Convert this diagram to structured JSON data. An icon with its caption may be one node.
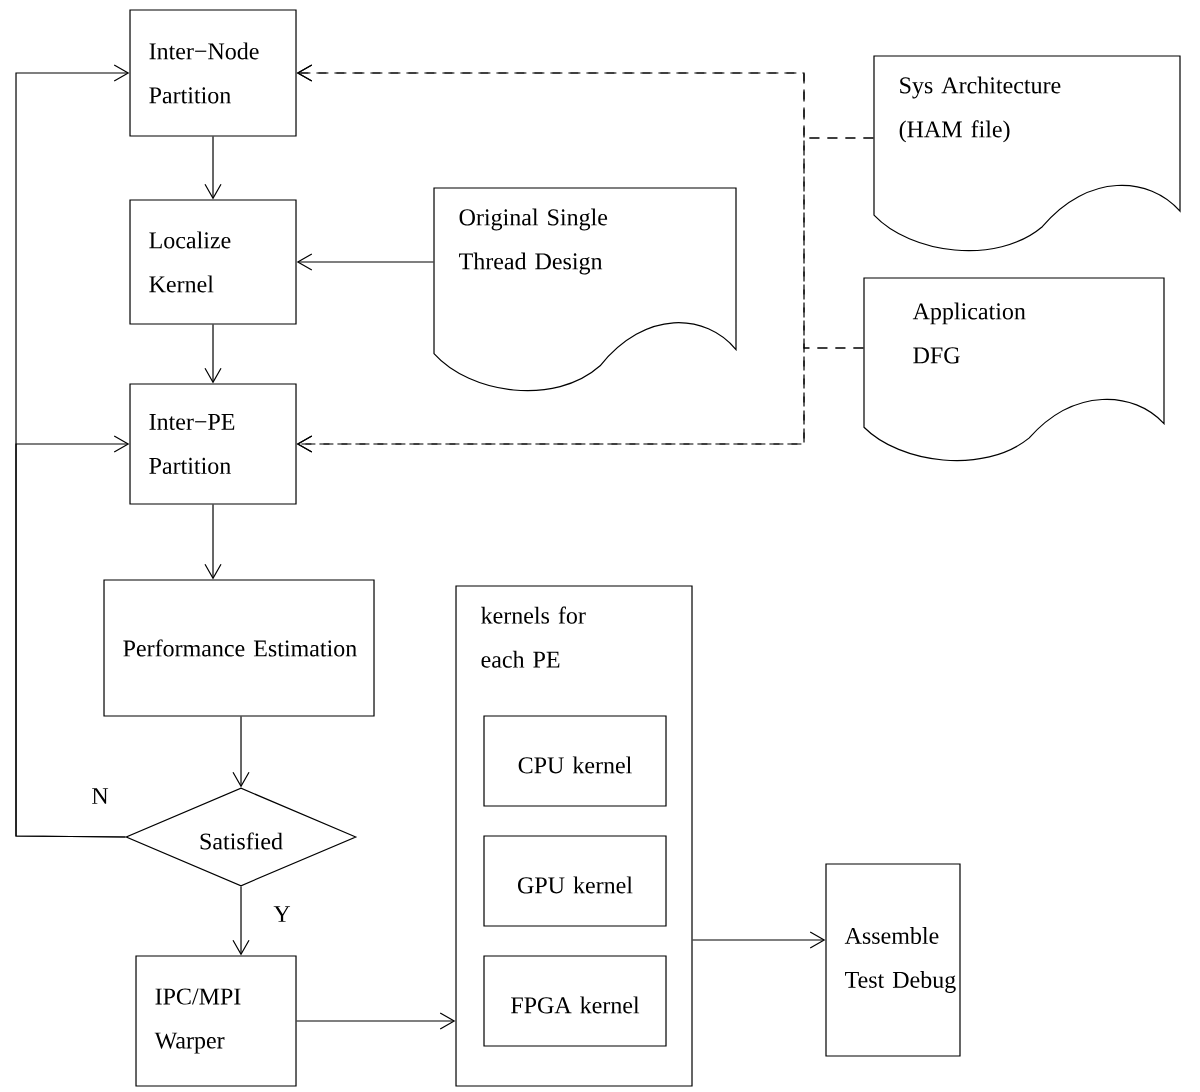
{
  "diagram": {
    "nodes": [
      {
        "text": [
          "Inter−Node Partition"
        ]
      },
      {
        "text": [
          "Localize Kernel"
        ]
      },
      {
        "text": [
          "Inter−PE Partition"
        ]
      },
      {
        "text": [
          "Performance Estimation"
        ]
      },
      {
        "text": [
          "Satisfied"
        ]
      },
      {
        "text": [
          "IPC/MPI Warper"
        ]
      },
      {
        "text": [
          "kernels for each PE"
        ]
      },
      {
        "text": [
          "CPU kernel"
        ],
        "in": 6
      },
      {
        "text": [
          "GPU kernel"
        ],
        "in": 6
      },
      {
        "text": [
          "FPGA kernel"
        ],
        "in": 6
      },
      {
        "text": [
          "Assemble Test Debug"
        ]
      },
      {
        "text": [
          "Sys Architecture (HAM file)"
        ]
      },
      {
        "text": [
          "Original Single Thread Design"
        ]
      },
      {
        "text": [
          "Application DFG"
        ]
      }
    ],
    "edges": [
      {
        "from": 0,
        "to": 1,
        "arrow": "to"
      },
      {
        "from": 1,
        "to": 2,
        "arrow": "to"
      },
      {
        "from": 2,
        "to": 3,
        "arrow": "to"
      },
      {
        "from": 3,
        "to": 4,
        "arrow": "to"
      },
      {
        "from": 4,
        "to": 5,
        "arrow": "to",
        "label": "Y"
      },
      {
        "from": 4,
        "to": 0,
        "arrow": "to",
        "label": "N"
      },
      {
        "from": 4,
        "to": 2,
        "arrow": "to"
      },
      {
        "from": 12,
        "to": 1,
        "arrow": "to"
      },
      {
        "from": 11,
        "to": 0,
        "arrow": "to",
        "style": "dashed"
      },
      {
        "from": 11,
        "to": 2,
        "arrow": "to",
        "style": "dashed"
      },
      {
        "from": 13,
        "to": 0,
        "arrow": "to",
        "style": "dashed"
      },
      {
        "from": 13,
        "to": 2,
        "arrow": "to",
        "style": "dashed"
      },
      {
        "from": 5,
        "to": 6,
        "arrow": "to"
      },
      {
        "from": 6,
        "to": 10,
        "arrow": "to"
      }
    ]
  }
}
